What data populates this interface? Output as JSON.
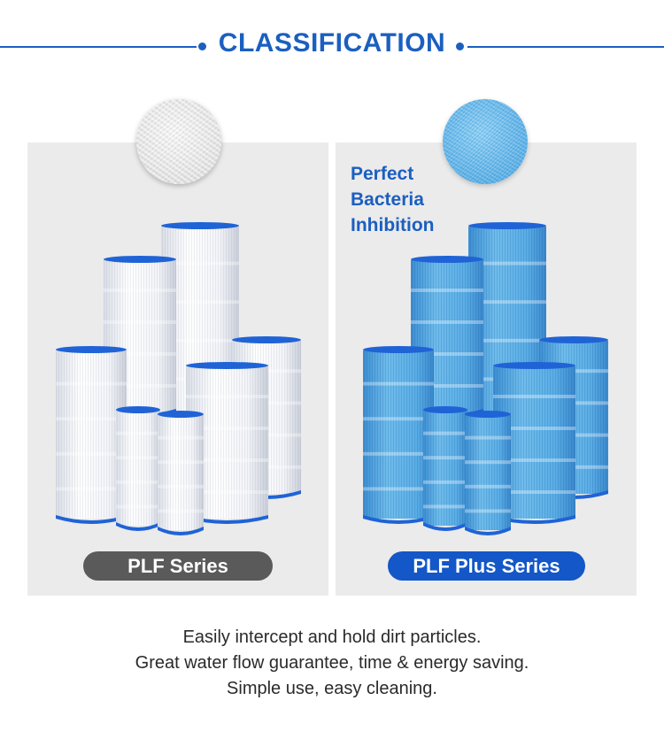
{
  "header": {
    "title": "CLASSIFICATION"
  },
  "products": [
    {
      "name": "PLF Series",
      "color": "#5a5a5a",
      "media_color": "#ffffff"
    },
    {
      "name": "PLF Plus Series",
      "color": "#1357c8",
      "media_color": "#4ca6e0",
      "claim": [
        "Perfect",
        "Bacteria",
        "Inhibition"
      ]
    }
  ],
  "description": [
    "Easily intercept and hold dirt particles.",
    "Great water flow guarantee, time & energy saving.",
    "Simple use, easy cleaning."
  ],
  "colors": {
    "accent": "#1b5fc0",
    "panel": "#ebebeb",
    "cap": "#1f63d6"
  }
}
